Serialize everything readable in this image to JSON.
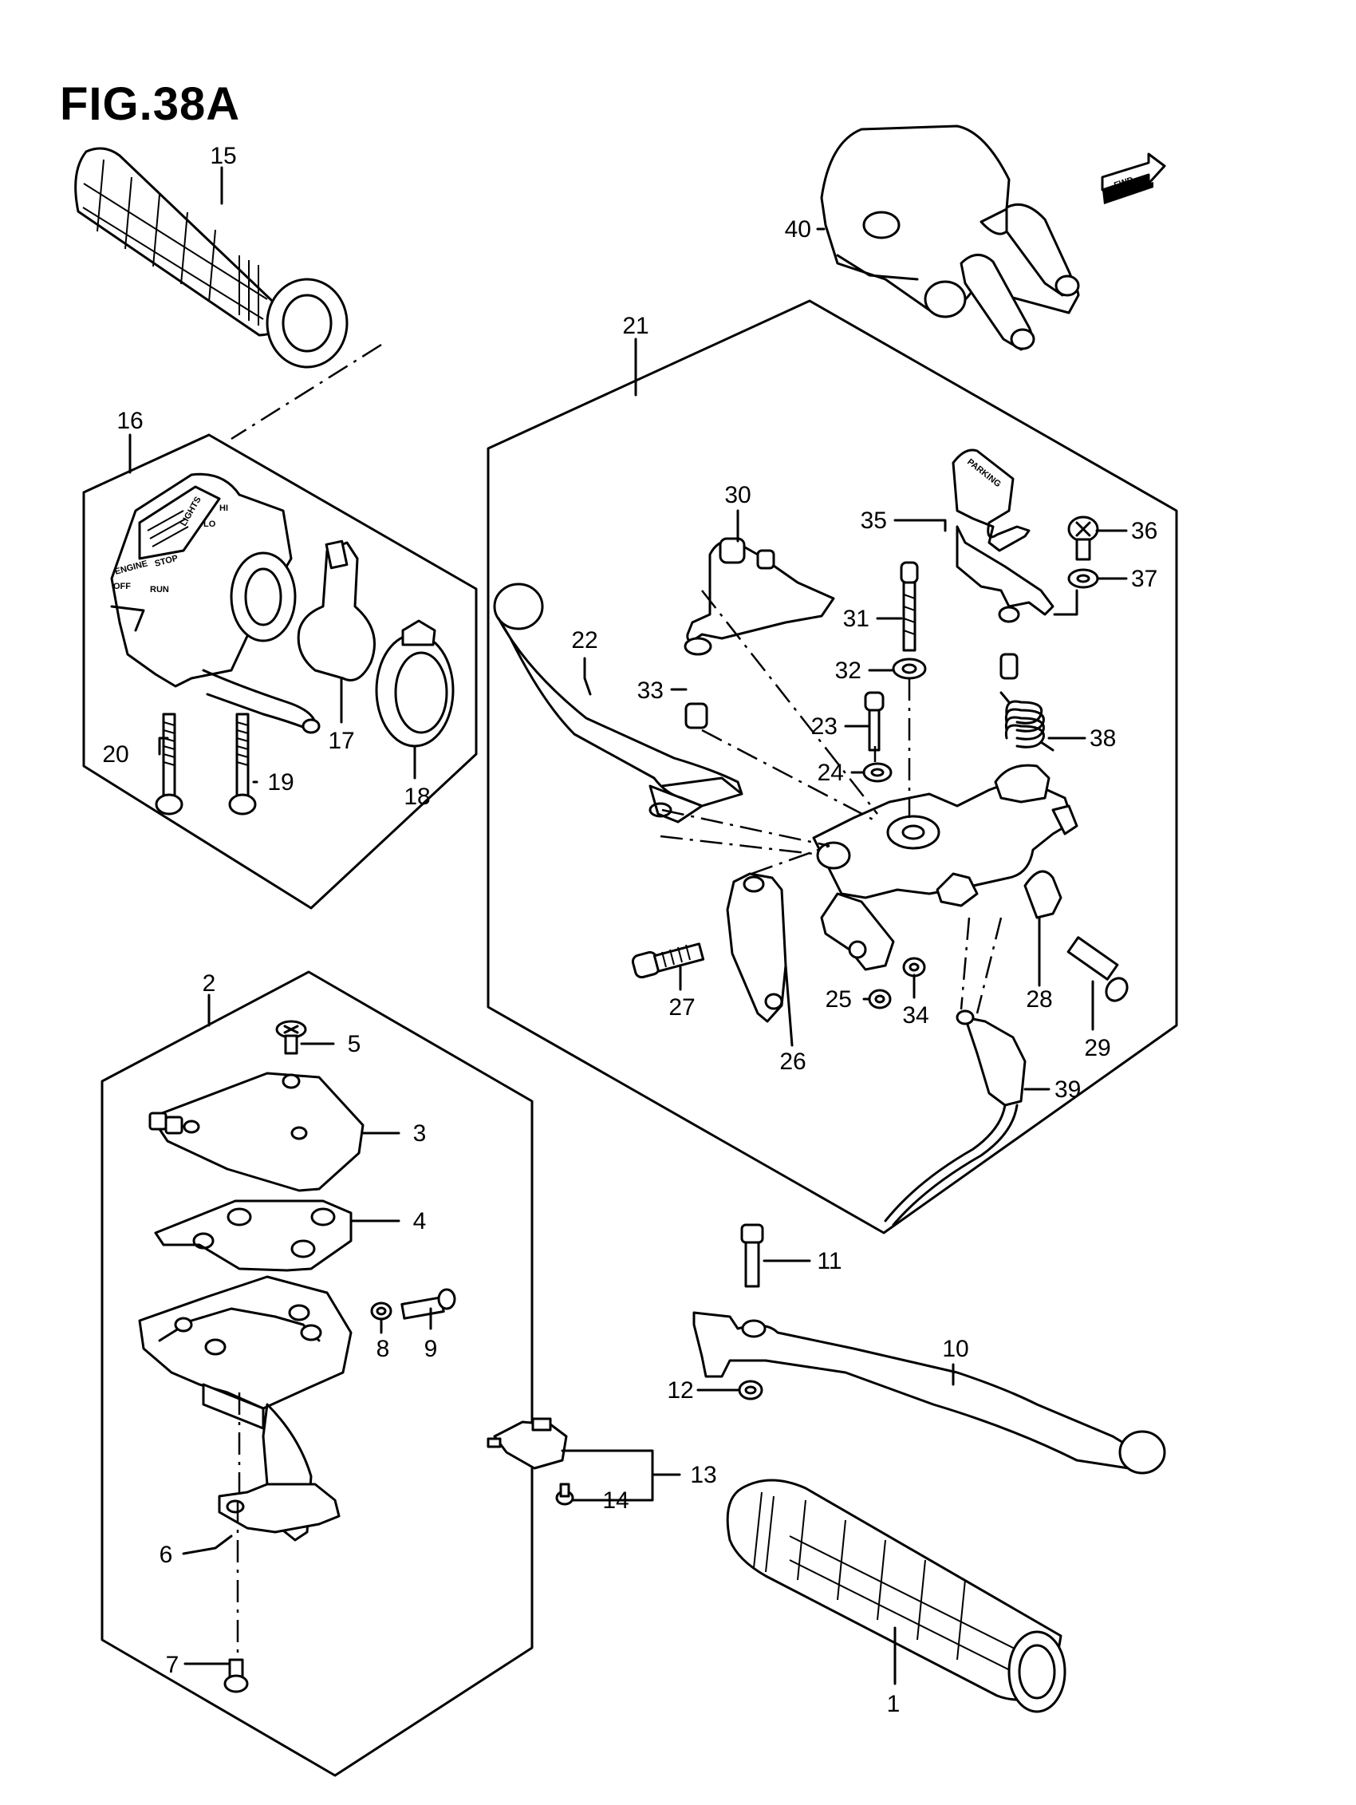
{
  "figure": {
    "title": "FIG.38A"
  },
  "direction_badge": {
    "text": "FWD"
  },
  "part_labels": [
    {
      "id": "1",
      "text": "1"
    },
    {
      "id": "2",
      "text": "2"
    },
    {
      "id": "3",
      "text": "3"
    },
    {
      "id": "4",
      "text": "4"
    },
    {
      "id": "5",
      "text": "5"
    },
    {
      "id": "6",
      "text": "6"
    },
    {
      "id": "7",
      "text": "7"
    },
    {
      "id": "8",
      "text": "8"
    },
    {
      "id": "9",
      "text": "9"
    },
    {
      "id": "10",
      "text": "10"
    },
    {
      "id": "11",
      "text": "11"
    },
    {
      "id": "12",
      "text": "12"
    },
    {
      "id": "13",
      "text": "13"
    },
    {
      "id": "14",
      "text": "14"
    },
    {
      "id": "15",
      "text": "15"
    },
    {
      "id": "16",
      "text": "16"
    },
    {
      "id": "17",
      "text": "17"
    },
    {
      "id": "18",
      "text": "18"
    },
    {
      "id": "19",
      "text": "19"
    },
    {
      "id": "20",
      "text": "20"
    },
    {
      "id": "21",
      "text": "21"
    },
    {
      "id": "22",
      "text": "22"
    },
    {
      "id": "23",
      "text": "23"
    },
    {
      "id": "24",
      "text": "24"
    },
    {
      "id": "25",
      "text": "25"
    },
    {
      "id": "26",
      "text": "26"
    },
    {
      "id": "27",
      "text": "27"
    },
    {
      "id": "28",
      "text": "28"
    },
    {
      "id": "29",
      "text": "29"
    },
    {
      "id": "30",
      "text": "30"
    },
    {
      "id": "31",
      "text": "31"
    },
    {
      "id": "32",
      "text": "32"
    },
    {
      "id": "33",
      "text": "33"
    },
    {
      "id": "34",
      "text": "34"
    },
    {
      "id": "35",
      "text": "35"
    },
    {
      "id": "36",
      "text": "36"
    },
    {
      "id": "37",
      "text": "37"
    },
    {
      "id": "38",
      "text": "38"
    },
    {
      "id": "39",
      "text": "39"
    },
    {
      "id": "40",
      "text": "40"
    }
  ],
  "switch_markings": [
    "LIGHTS",
    "HI",
    "LO",
    "ENGINE",
    "STOP",
    "OFF",
    "RUN"
  ],
  "plate_marking": "PARKING"
}
